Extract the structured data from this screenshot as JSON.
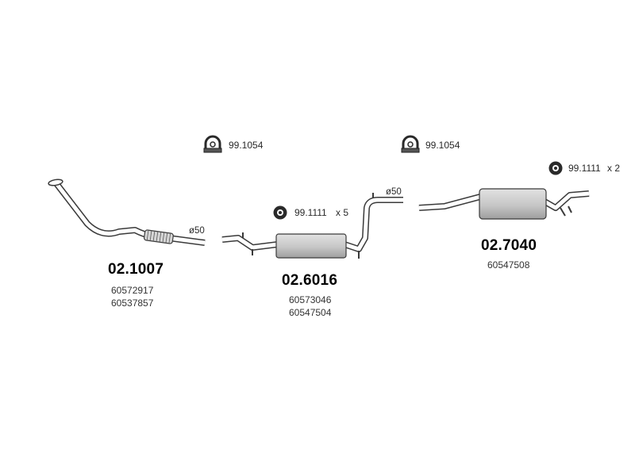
{
  "clamp_top_left": {
    "label": "99.1054"
  },
  "clamp_top_right": {
    "label": "99.1054"
  },
  "ring_rear": {
    "label": "99.1111",
    "qty": "x 2"
  },
  "ring_mid": {
    "label": "99.1111",
    "qty": "x 5"
  },
  "front_pipe": {
    "part": "02.1007",
    "diameter": "ø50",
    "refs": [
      "60572917",
      "60537857"
    ]
  },
  "middle_muffler": {
    "part": "02.6016",
    "diameter": "ø50",
    "refs": [
      "60573046",
      "60547504"
    ]
  },
  "rear_muffler": {
    "part": "02.7040",
    "refs": [
      "60547508"
    ]
  },
  "colors": {
    "line": "#3a3a3a",
    "muffler": "#cfcfcf",
    "muffler_shade": "#a9a9a9",
    "pipe": "#ffffff"
  }
}
